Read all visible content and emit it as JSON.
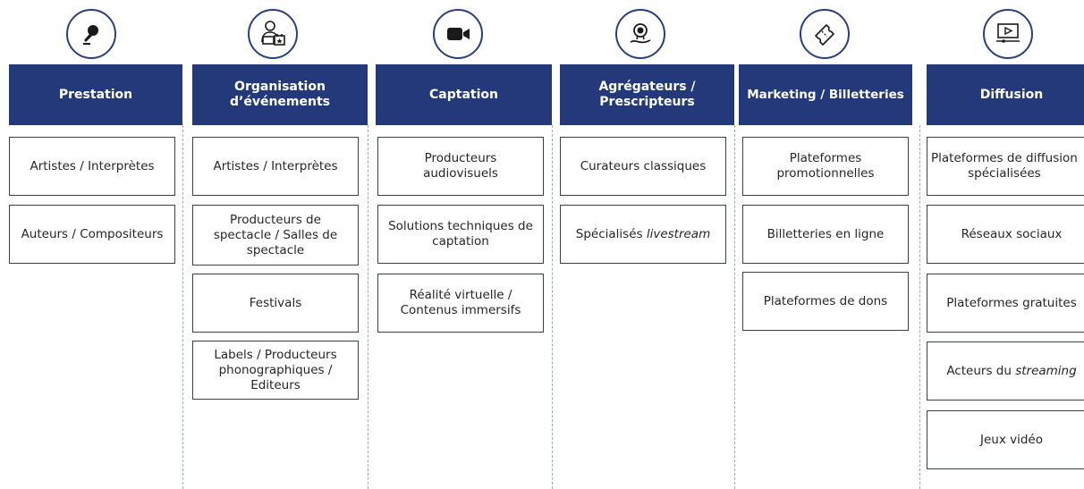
{
  "columns": [
    {
      "header": "Prestation",
      "icon": "microphone-icon",
      "items": [
        "Artistes / Interprètes",
        "Auteurs / Compositeurs"
      ]
    },
    {
      "header": "Organisation\nd’événements",
      "icon": "event-organizer-icon",
      "items": [
        "Artistes / Interprètes",
        "Producteurs de\nspectacle / Salles de\nspectacle",
        "Festivals",
        "Labels / Producteurs\nphonographiques /\nEditeurs"
      ]
    },
    {
      "header": "Captation",
      "icon": "video-camera-icon",
      "items": [
        "Producteurs\naudiovisuels",
        "Solutions techniques de\ncaptation",
        "Réalité virtuelle /\nContenus immersifs"
      ]
    },
    {
      "header": "Agrégateurs /\nPrescripteurs",
      "icon": "award-hand-icon",
      "items": [
        "Curateurs classiques",
        "Spécialisés livestream"
      ]
    },
    {
      "header": "Marketing / Billetteries",
      "icon": "ticket-icon",
      "items": [
        "Plateformes\npromotionnelles",
        "Billetteries en ligne",
        "Plateformes de dons"
      ]
    },
    {
      "header": "Diffusion",
      "icon": "video-player-icon",
      "items": [
        "Plateformes de diffusion\nspécialisées",
        "Réseaux sociaux",
        "Plateformes gratuites",
        "Acteurs du streaming",
        "Jeux vidéo"
      ]
    }
  ],
  "italic_words": {
    "livestream": "livestream",
    "streaming": "streaming"
  },
  "colors": {
    "header_bg": "#23397a",
    "icon_stroke": "#2a3f80",
    "box_border": "#3a3f4a",
    "divider": "#9aa8c8"
  }
}
